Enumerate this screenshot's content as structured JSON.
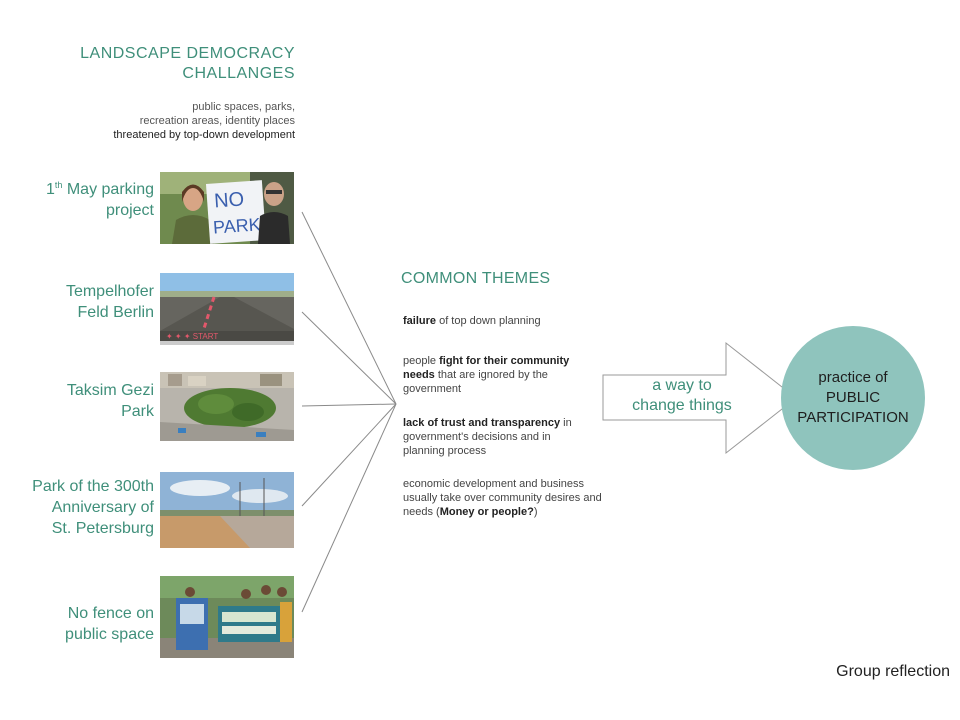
{
  "header": {
    "title_line1": "LANDSCAPE DEMOCRACY",
    "title_line2": "CHALLANGES",
    "sub_line1": "public spaces, parks,",
    "sub_line2": "recreation areas, identity places",
    "sub_line3": "threatened by top-down development"
  },
  "cases": [
    {
      "line1_num": "1",
      "line1_sup": "th",
      "line1_rest": " May parking",
      "line2": "project",
      "image": "no-park-protest-photo"
    },
    {
      "line1": "Tempelhofer",
      "line2": "Feld Berlin",
      "image": "runway-field-photo"
    },
    {
      "line1": "Taksim Gezi",
      "line2": "Park",
      "image": "aerial-park-photo"
    },
    {
      "line1": "Park of the 300th",
      "line2": "Anniversary of",
      "line3": "St. Petersburg",
      "image": "beach-park-photo"
    },
    {
      "line1": "No fence on",
      "line2": "public space",
      "image": "banner-protest-photo"
    }
  ],
  "themes": {
    "title": "COMMON THEMES",
    "items": [
      {
        "bold1": "failure",
        "text1": " of top down planning"
      },
      {
        "text1": "people ",
        "bold1": "fight for their community needs",
        "text2": " that are ignored by the government"
      },
      {
        "bold1": "lack of trust and transparency",
        "text1": " in government's decisions and in planning process"
      },
      {
        "text1": "economic development and business usually take over community desires and needs (",
        "bold1": "Money or people?",
        "text2": ")"
      }
    ]
  },
  "arrow": {
    "line1": "a way to",
    "line2": "change things"
  },
  "circle": {
    "line1": "practice of",
    "line2": "PUBLIC",
    "line3": "PARTICIPATION"
  },
  "footer": "Group reflection",
  "colors": {
    "accent": "#3f8f7a",
    "circle": "#8fc4bd"
  }
}
